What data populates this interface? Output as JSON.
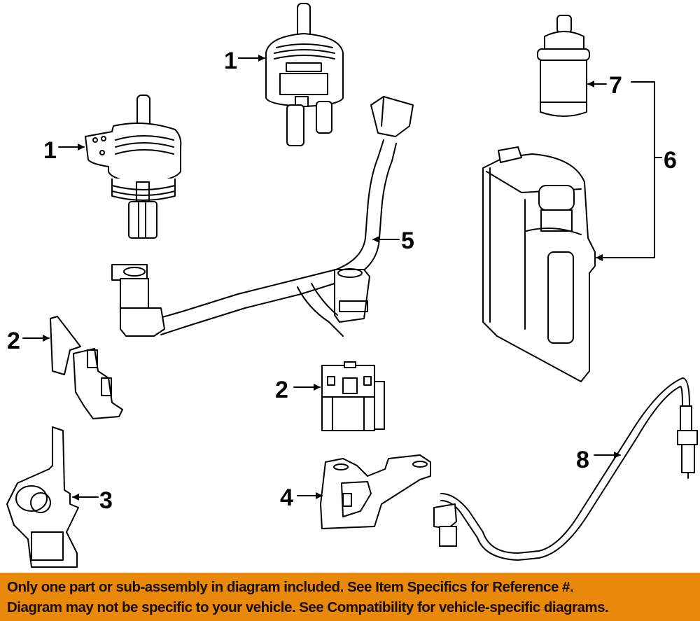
{
  "diagram": {
    "title": "Emission system parts diagram",
    "callouts": [
      {
        "id": "callout-1a",
        "label": "1",
        "part": "purge-valve-upper"
      },
      {
        "id": "callout-1b",
        "label": "1",
        "part": "purge-valve-left"
      },
      {
        "id": "callout-2a",
        "label": "2",
        "part": "connector-bracket-left"
      },
      {
        "id": "callout-2b",
        "label": "2",
        "part": "connector-center"
      },
      {
        "id": "callout-3",
        "label": "3",
        "part": "sensor-bracket"
      },
      {
        "id": "callout-4",
        "label": "4",
        "part": "mounting-bracket"
      },
      {
        "id": "callout-5",
        "label": "5",
        "part": "vapor-hose"
      },
      {
        "id": "callout-6",
        "label": "6",
        "part": "vapor-canister-assembly"
      },
      {
        "id": "callout-7",
        "label": "7",
        "part": "canister-filter"
      },
      {
        "id": "callout-8",
        "label": "8",
        "part": "oxygen-sensor"
      }
    ]
  },
  "banner": {
    "line1": "Only one part or sub-assembly in diagram included. See Item Specifics for Reference #.",
    "line2": "Diagram may not be specific to your vehicle. See Compatibility for vehicle-specific diagrams.",
    "background": "#E8890C"
  }
}
